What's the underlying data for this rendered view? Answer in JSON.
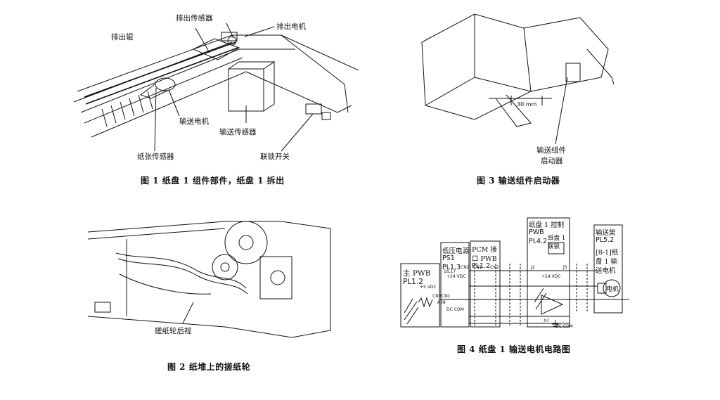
{
  "fig1": {
    "caption": "图 1  纸盘 1 组件部件，纸盘 1 拆出",
    "labels": {
      "exit_sensor": "排出传感器",
      "exit_motor": "排出电机",
      "exit_roller": "排出辊",
      "feed_motor": "输送电机",
      "feed_sensor": "输送传感器",
      "paper_sensor": "纸张传感器",
      "interlock": "联锁开关"
    }
  },
  "fig2": {
    "caption": "图 2  纸堆上的搓纸轮",
    "labels": {
      "pickup_rear": "搓纸轮后视"
    }
  },
  "fig3": {
    "caption": "图 3  输送组件启动器",
    "labels": {
      "dim": "30 mm",
      "actuator_1": "输送组件",
      "actuator_2": "启动器"
    }
  },
  "fig4": {
    "caption": "图 4  纸盘 1 输送电机电路图",
    "boxes": {
      "main_pwb": [
        "主 PWB",
        "PL1.2"
      ],
      "lvps": [
        "低压电源",
        "PS1",
        "PL1.3"
      ],
      "pcm": [
        "PCM 接",
        "口 PWB",
        "PL1.2"
      ],
      "tray_ctrl": [
        "纸盘 1 控制",
        "PWB",
        "PL4.2"
      ],
      "interlock": [
        "纸盘 1",
        "联锁"
      ],
      "feed_rack": [
        "输送架",
        "PL5.2"
      ],
      "motor_label": [
        "[8-1]纸",
        "盘 1 输",
        "送电机"
      ]
    },
    "small": {
      "p5v": "+5 VDC",
      "p24v_a": "+24 VDC",
      "p24v_b": "+24 VDC",
      "dccom_a": "DC COM",
      "dccom_b": "DC COM",
      "cn1": "CN1",
      "cn2": "CN2",
      "cn3": "CN3",
      "cn2b": "CN2",
      "cn1b": "CN1",
      "cn2c": "CN2",
      "j2": "J2",
      "j5": "J5",
      "a28": "A28",
      "pins1617": "16,17",
      "x7": "X7",
      "motor": "电机"
    }
  }
}
